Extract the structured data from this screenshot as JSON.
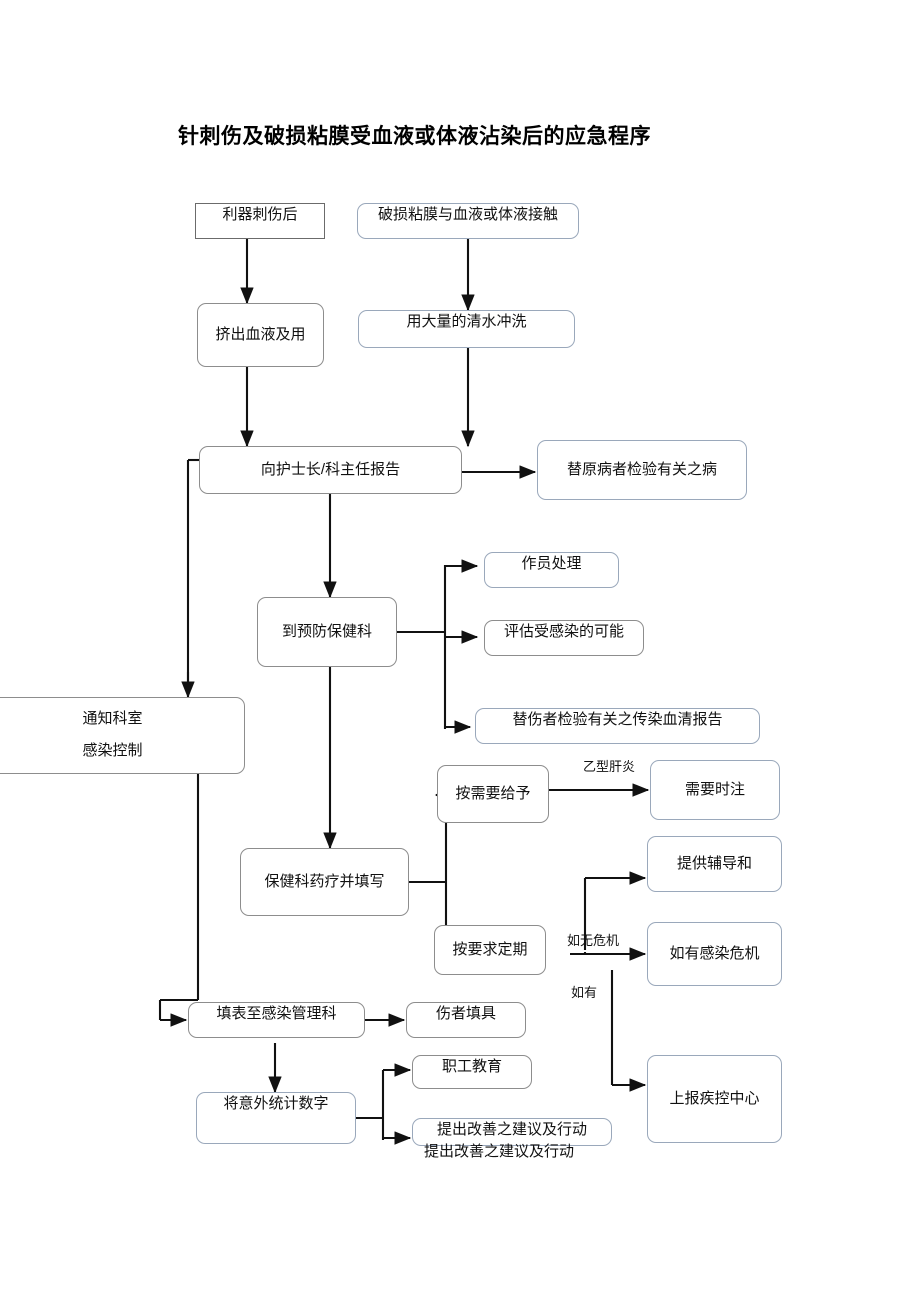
{
  "document": {
    "title": "针刺伤及破损粘膜受血液或体液沾染后的应急程序",
    "caption": "提出改善之建议及行动"
  },
  "diagram": {
    "type": "flowchart",
    "orientation": "top-to-bottom",
    "nodes": {
      "sharps_injury": "利器刺伤后",
      "mucosa_contact": "破损粘膜与血液或体液接触",
      "squeeze_blood": "挤出血液及用",
      "rinse_water": "用大量的清水冲洗",
      "report_head_nurse": "向护士长/科主任报告",
      "test_source_patient": "替原病者检验有关之病",
      "go_prevention_dept": "到预防保健科",
      "branch_registration": "作员处理",
      "branch_assess_risk": "评估受感染的可能",
      "branch_serology": "替伤者检验有关之传染血清报告",
      "notify_dept": "通知科室",
      "infection_control": "感染控制",
      "medicate_and_fill": "保健科药疗并填写",
      "give_as_needed": "按需要给予",
      "inject_when_needed": "需要时注",
      "periodic_followup": "按要求定期",
      "provide_counseling": "提供辅导和",
      "if_infection_risk": "如有感染危机",
      "report_cdc": "上报疾控中心",
      "form_to_infection_dept": "填表至感染管理科",
      "injured_fills_form": "伤者填具",
      "statistics": "将意外统计数字",
      "staff_education": "职工教育",
      "improvement_action": "提出改善之建议及行动"
    },
    "edge_labels": {
      "hepatitis_b": "乙型肝炎",
      "label_risk_a": "如无危机",
      "label_risk_b": "如有"
    },
    "colors": {
      "border_gray": "#6b6b6b",
      "border_blue": "#9aa8bb",
      "background": "#ffffff",
      "text": "#111111"
    }
  }
}
